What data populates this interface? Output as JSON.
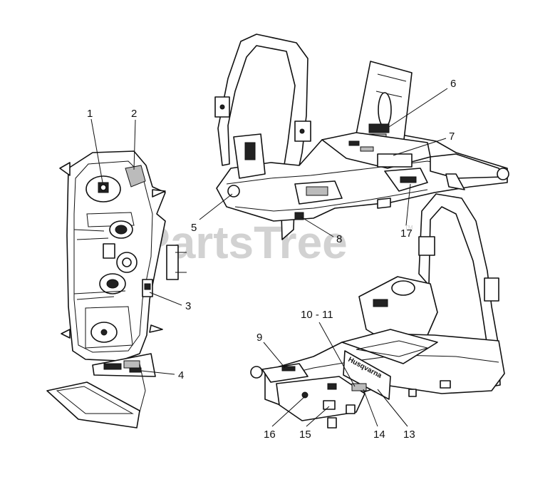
{
  "watermark": {
    "text": "PartsTree",
    "trademark": "TM"
  },
  "callouts": [
    {
      "id": "c1",
      "label": "1"
    },
    {
      "id": "c2",
      "label": "2"
    },
    {
      "id": "c3",
      "label": "3"
    },
    {
      "id": "c4",
      "label": "4"
    },
    {
      "id": "c5",
      "label": "5"
    },
    {
      "id": "c6",
      "label": "6"
    },
    {
      "id": "c7",
      "label": "7"
    },
    {
      "id": "c8",
      "label": "8"
    },
    {
      "id": "c9",
      "label": "9"
    },
    {
      "id": "c10",
      "label": "10 - 11"
    },
    {
      "id": "c13",
      "label": "13"
    },
    {
      "id": "c14",
      "label": "14"
    },
    {
      "id": "c15",
      "label": "15"
    },
    {
      "id": "c16",
      "label": "16"
    },
    {
      "id": "c17",
      "label": "17"
    }
  ],
  "decal_text": {
    "brand": "Husqvarna"
  }
}
